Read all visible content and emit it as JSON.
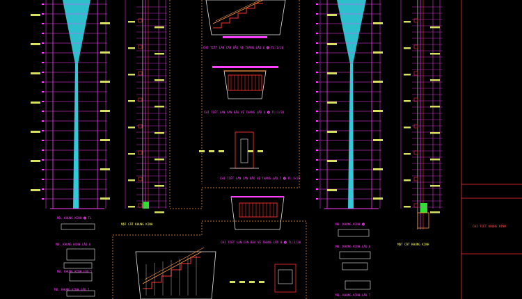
{
  "drawing": {
    "left_column_titles": {
      "plan": "MB. KHUNG KINH 🅐 TL",
      "floor_6": "MB. KHUNG KINH LẦU 6",
      "floor_5": "MB. KHUNG KINH LẦU 5",
      "floor_7": "MB. KHUNG KINH LẦU 7",
      "facade": "MẶT CẮT KHUNG KINH"
    },
    "center_titles": {
      "detail_1": "CHI TIẾT LAN CAN BẢO VỆ THANG LẦU 6 🅐 TL:1/20",
      "detail_2": "CHI TIẾT LAN CAN BẢO VỆ THANG LẦU 6 🅐 TL:1/20",
      "detail_3": "CHI TIẾT LAN CAN BẢO VỆ THANG LẦU 7 🅐 TL:1/20",
      "detail_4": "CHI TIẾT LAN CAN BẢO VỆ THANG LẦU 8 🅐 TL:1/20"
    },
    "right_column_titles": {
      "plan": "MB. KHUNG KINH 🅐",
      "facade": "MẶT CẮT KHUNG KINH",
      "floor_6": "MB. KHUNG KINH LẦU 6",
      "floor_7": "MB. KHUNG KINH LẦU 7"
    },
    "title_block": {
      "sheet_title": "CHI TIẾT KHUNG KINH"
    }
  },
  "colors": {
    "background": "#000000",
    "cyan": "#35e0f0",
    "magenta": "#ff40ff",
    "yellow_green": "#d8e060",
    "red": "#ff3030",
    "orange": "#ff9a40",
    "white": "#e8e8e8",
    "green": "#30e030"
  }
}
